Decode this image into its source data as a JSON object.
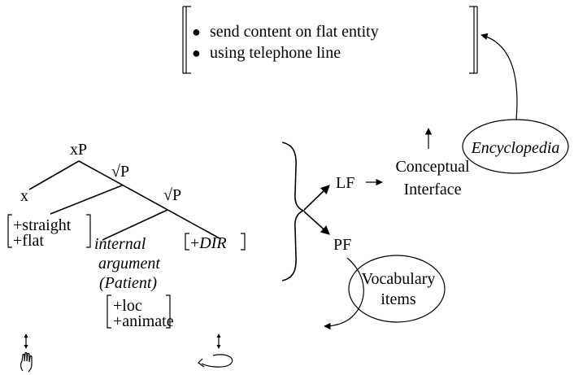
{
  "semantic_box": {
    "bullet": "●",
    "items": [
      "send content on flat entity",
      "using telephone line"
    ]
  },
  "tree": {
    "xP": "xP",
    "x": "x",
    "root1": "√P",
    "root2": "√P",
    "features_left": [
      "+straight",
      "+flat"
    ],
    "internal_argument": [
      "internal",
      "argument",
      "(Patient)"
    ],
    "dir_feature_prefix": "+",
    "dir_feature": "DIR",
    "features_internal": [
      "+loc",
      "+animate"
    ]
  },
  "interfaces": {
    "lf": "LF",
    "pf": "PF",
    "conceptual": [
      "Conceptual",
      "Interface"
    ],
    "encyclopedia": "Encyclopedia",
    "vocabulary": [
      "Vocabulary",
      "items"
    ]
  },
  "icons": [
    "up-down-arrow-icon",
    "hand-icon",
    "up-down-arrow-icon",
    "circular-arrow-icon"
  ]
}
